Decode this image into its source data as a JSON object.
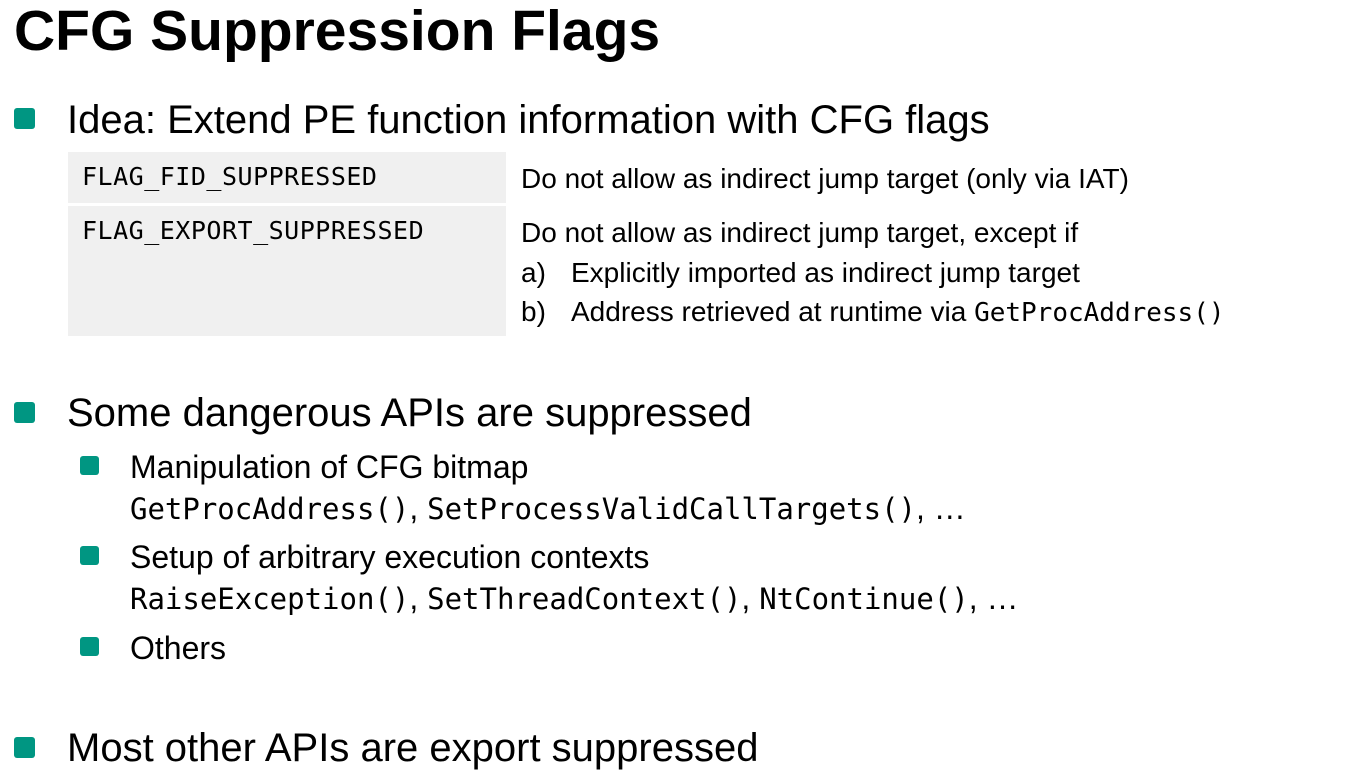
{
  "title": "CFG Suppression Flags",
  "bullet_color": "#009682",
  "bullets": [
    {
      "text": "Idea: Extend PE function information with CFG flags",
      "table": [
        {
          "flag": "FLAG_FID_SUPPRESSED",
          "desc": "Do not allow as indirect jump target (only via IAT)"
        },
        {
          "flag": "FLAG_EXPORT_SUPPRESSED",
          "desc": "Do not allow as indirect jump target, except if",
          "items": [
            {
              "label": "a)",
              "text": "Explicitly imported as indirect jump target"
            },
            {
              "label": "b)",
              "text": "Address retrieved at runtime via ",
              "code": "GetProcAddress()"
            }
          ]
        }
      ]
    },
    {
      "text": "Some dangerous APIs are suppressed",
      "sub": [
        {
          "text": "Manipulation of CFG bitmap",
          "codes": [
            "GetProcAddress()",
            "SetProcessValidCallTargets()"
          ],
          "sep": ", ",
          "tail": ", …"
        },
        {
          "text": "Setup of arbitrary execution contexts",
          "codes": [
            "RaiseException()",
            "SetThreadContext()",
            "NtContinue()"
          ],
          "sep": ", ",
          "tail": ", …"
        },
        {
          "text": "Others"
        }
      ]
    },
    {
      "text": "Most other APIs are export suppressed"
    }
  ]
}
